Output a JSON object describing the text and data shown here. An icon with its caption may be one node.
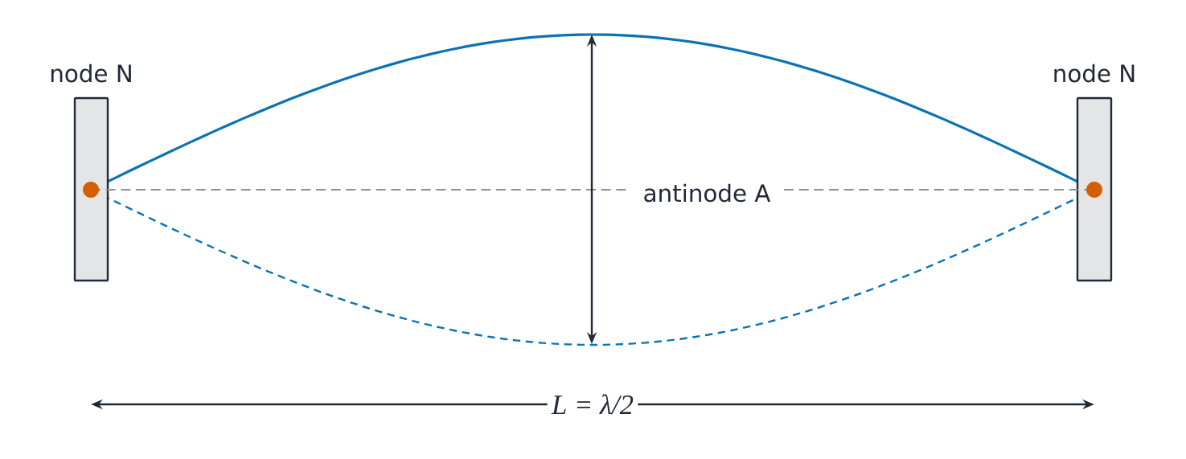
{
  "diagram": {
    "nodes": [
      {
        "text": [
          "node N"
        ]
      },
      {
        "text": [
          "node N"
        ]
      }
    ],
    "labels": [
      "antinode A",
      "L = λ/2"
    ]
  }
}
